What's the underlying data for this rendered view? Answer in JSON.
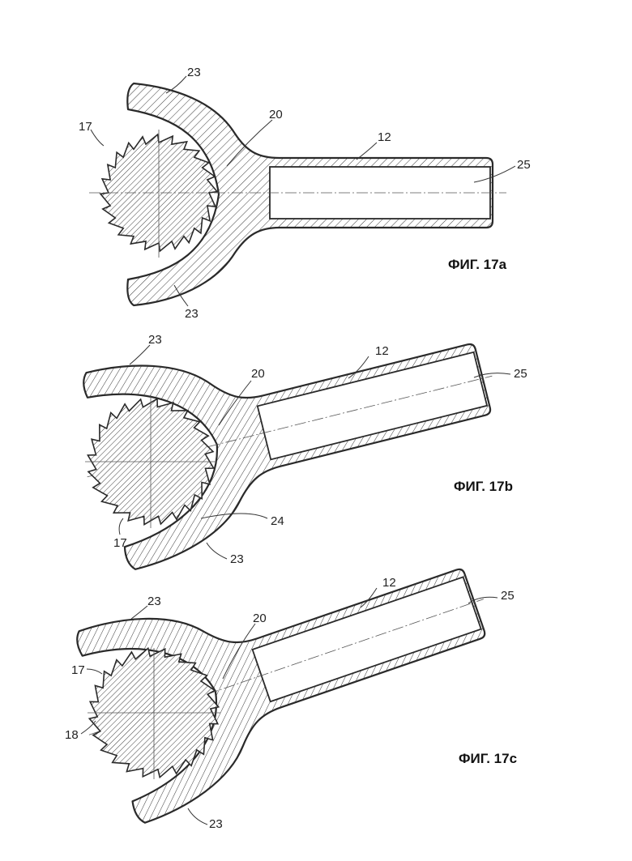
{
  "figures": [
    {
      "caption": "ФИГ. 17a",
      "labels": {
        "arm_top": "23",
        "arm_bottom": "23",
        "gear": "17",
        "seat": "20",
        "tube": "12",
        "bore": "25"
      }
    },
    {
      "caption": "ФИГ. 17b",
      "labels": {
        "arm_top": "23",
        "arm_bottom": "23",
        "gear": "17",
        "seat": "20",
        "tube": "12",
        "bore": "25",
        "pawl": "24"
      }
    },
    {
      "caption": "ФИГ. 17c",
      "labels": {
        "arm_top": "23",
        "arm_bottom": "23",
        "gear": "17",
        "gear_center": "18",
        "seat": "20",
        "tube": "12",
        "bore": "25"
      }
    }
  ]
}
